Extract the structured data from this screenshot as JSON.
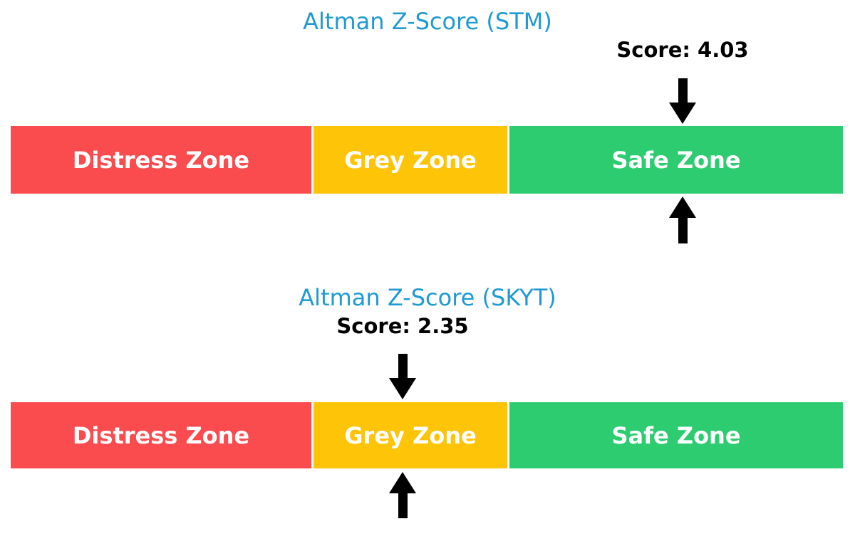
{
  "figure": {
    "background": "#ffffff"
  },
  "colors": {
    "title_blue": "#1f9ad2",
    "score_text": "#000000",
    "distress_red": "#fa4b4e",
    "grey_yellow": "#fdc408",
    "safe_green": "#2ecc71",
    "zone_label": "#ffffff",
    "arrow": "#000000"
  },
  "charts": [
    {
      "title": "Altman Z-Score (STM)",
      "score_label": "Score: 4.03",
      "zones": [
        {
          "label": "Distress Zone",
          "color": "#fa4b4e"
        },
        {
          "label": "Grey Zone",
          "color": "#fdc408"
        },
        {
          "label": "Safe Zone",
          "color": "#2ecc71"
        }
      ],
      "marker_zone": "Safe Zone"
    },
    {
      "title": "Altman Z-Score (SKYT)",
      "score_label": "Score: 2.35",
      "zones": [
        {
          "label": "Distress Zone",
          "color": "#fa4b4e"
        },
        {
          "label": "Grey Zone",
          "color": "#fdc408"
        },
        {
          "label": "Safe Zone",
          "color": "#2ecc71"
        }
      ],
      "marker_zone": "Grey Zone"
    }
  ],
  "chart_data": [
    {
      "type": "bar",
      "title": "Altman Z-Score (STM)",
      "score": 4.03,
      "categories": [
        "Distress Zone",
        "Grey Zone",
        "Safe Zone"
      ],
      "zone_colors": [
        "#fa4b4e",
        "#fdc408",
        "#2ecc71"
      ],
      "marker_zone": "Safe Zone",
      "annotations": [
        "Score: 4.03"
      ],
      "legend": "none",
      "grid": false
    },
    {
      "type": "bar",
      "title": "Altman Z-Score (SKYT)",
      "score": 2.35,
      "categories": [
        "Distress Zone",
        "Grey Zone",
        "Safe Zone"
      ],
      "zone_colors": [
        "#fa4b4e",
        "#fdc408",
        "#2ecc71"
      ],
      "marker_zone": "Grey Zone",
      "annotations": [
        "Score: 2.35"
      ],
      "legend": "none",
      "grid": false
    }
  ]
}
